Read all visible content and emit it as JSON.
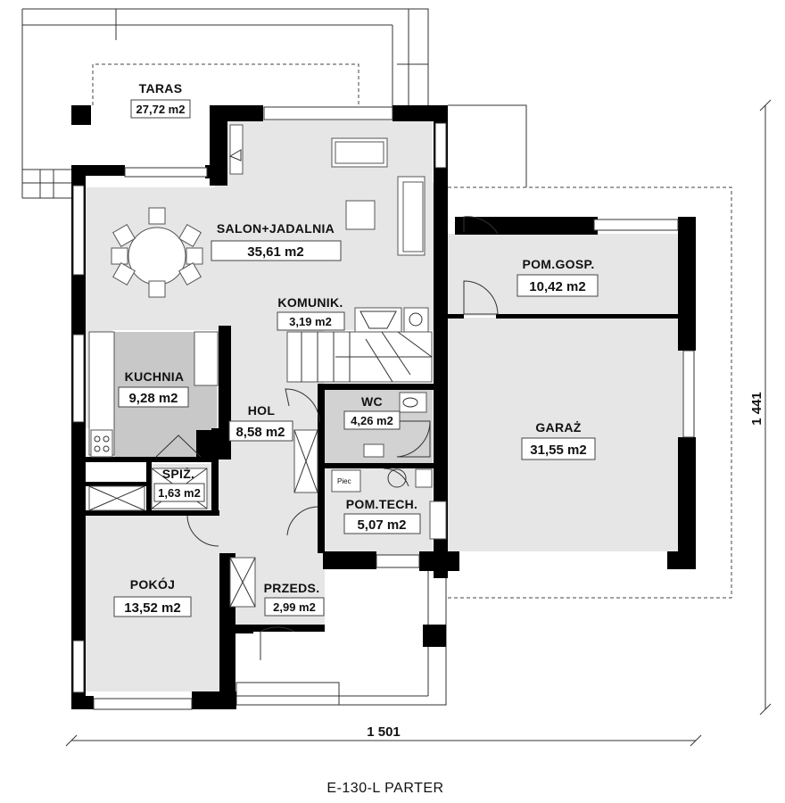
{
  "plan_title": "E-130-L PARTER",
  "dimensions": {
    "width": "1 501",
    "depth": "1 441"
  },
  "rooms": {
    "taras": {
      "name": "TARAS",
      "area": "27,72 m2"
    },
    "salon": {
      "name": "SALON+JADALNIA",
      "area": "35,61 m2"
    },
    "komunik": {
      "name": "KOMUNIK.",
      "area": "3,19 m2"
    },
    "kuchnia": {
      "name": "KUCHNIA",
      "area": "9,28 m2"
    },
    "hol": {
      "name": "HOL",
      "area": "8,58 m2"
    },
    "wc": {
      "name": "WC",
      "area": "4,26 m2"
    },
    "spiz": {
      "name": "SPIŻ.",
      "area": "1,63 m2"
    },
    "pomtech": {
      "name": "POM.TECH.",
      "area": "5,07 m2"
    },
    "pokoj": {
      "name": "POKÓJ",
      "area": "13,52 m2"
    },
    "przeds": {
      "name": "PRZEDS.",
      "area": "2,99 m2"
    },
    "pomgosp": {
      "name": "POM.GOSP.",
      "area": "10,42 m2"
    },
    "garaz": {
      "name": "GARAŻ",
      "area": "31,55 m2"
    }
  },
  "equipment": {
    "furnace_label": "Piec"
  },
  "colors": {
    "wall": "#000000",
    "kitchen_fill": "#c8c8c8",
    "floor_fill": "#e6e6e6",
    "label_box": "#ffffff"
  }
}
